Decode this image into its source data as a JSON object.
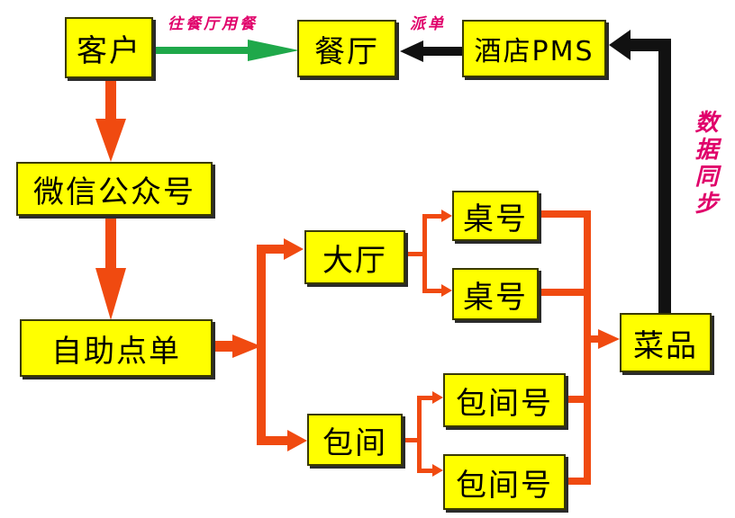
{
  "nodes": {
    "customer": "客户",
    "restaurant": "餐厅",
    "hotel_pms": "酒店PMS",
    "wechat": "微信公众号",
    "self_order": "自助点单",
    "hall": "大厅",
    "private_room": "包间",
    "table_no_1": "桌号",
    "table_no_2": "桌号",
    "room_no_1": "包间号",
    "room_no_2": "包间号",
    "dishes": "菜品"
  },
  "labels": {
    "dine_at_restaurant": "往餐厅用餐",
    "dispatch": "派单",
    "data_sync": "数据同步"
  },
  "colors": {
    "box_fill": "#ffff00",
    "flow_arrow": "#f04a10",
    "dine_arrow": "#1fa84a",
    "pms_arrow": "#111111",
    "label_text": "#e0006a"
  }
}
